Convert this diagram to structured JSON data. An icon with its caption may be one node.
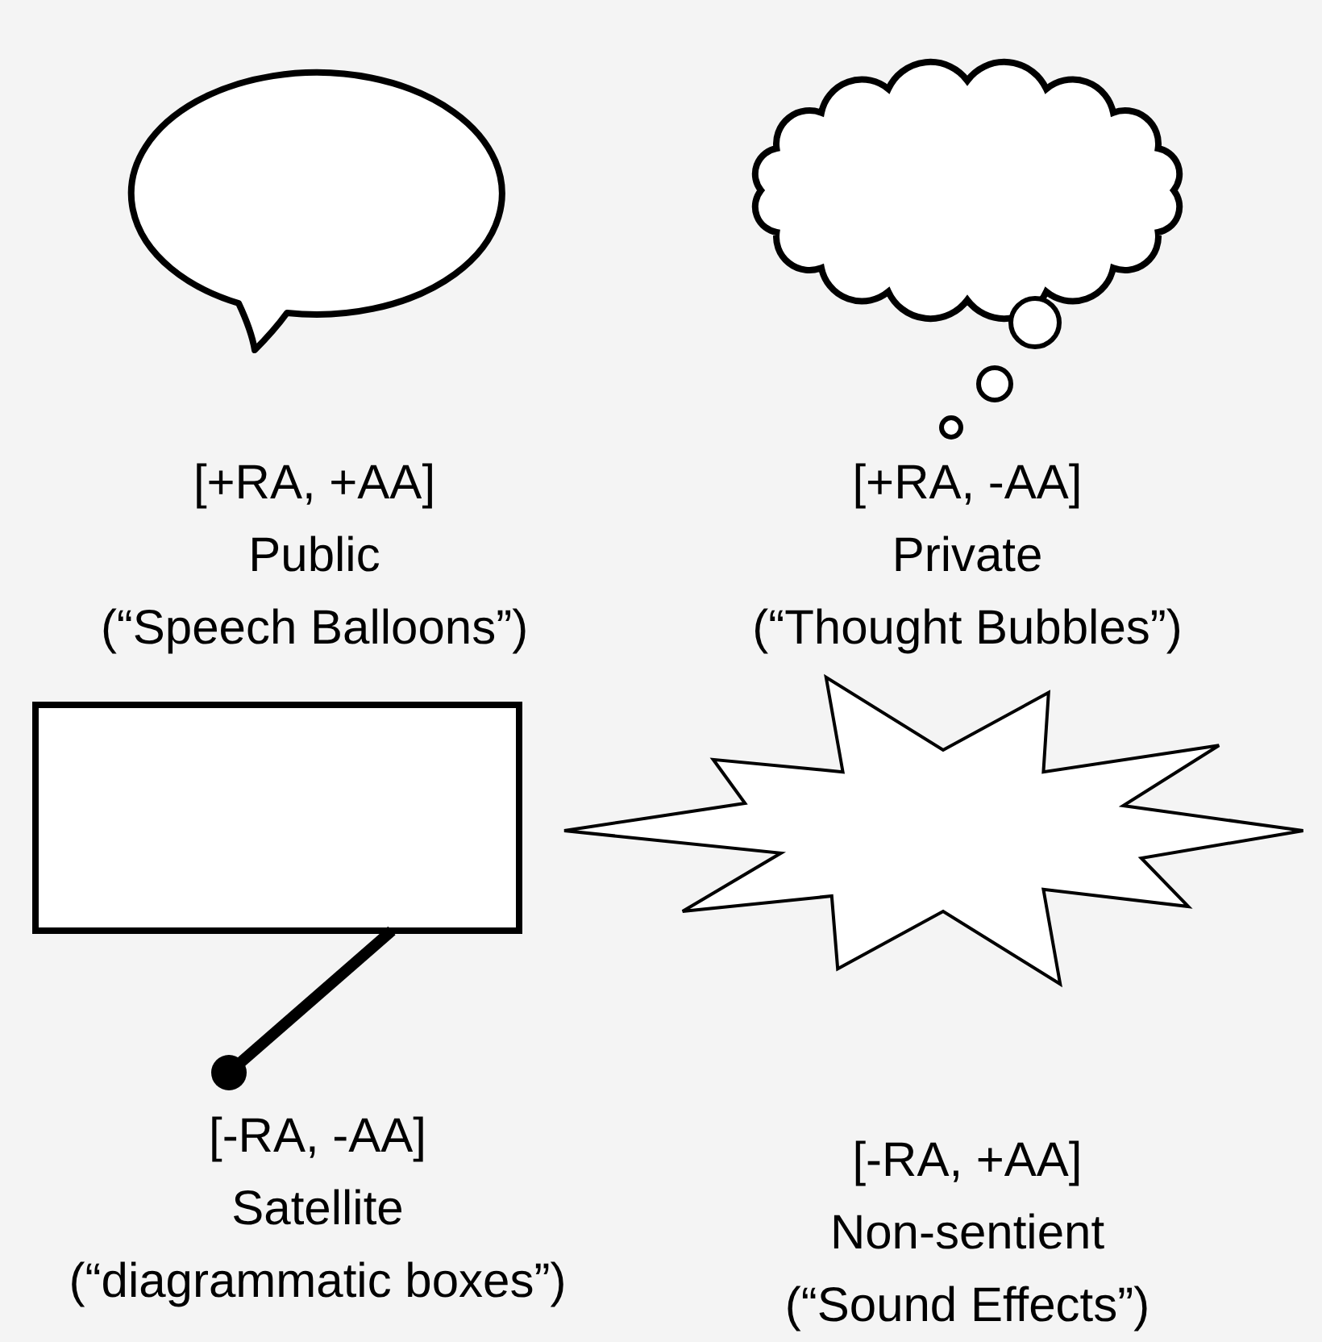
{
  "diagram": {
    "nodes": [
      {
        "text": [],
        "shape": "balloon",
        "beside": [
          "[+RA, +AA]",
          "Public",
          "(“Speech Balloons”)"
        ]
      },
      {
        "text": [],
        "shape": "cloud",
        "beside": [
          "[+RA, -AA]",
          "Private",
          "(“Thought Bubbles”)"
        ]
      },
      {
        "text": [],
        "shape": "box",
        "beside": [
          "[-RA, -AA]",
          "Satellite",
          "(“diagrammatic boxes”)"
        ]
      },
      {
        "text": [],
        "shape": "star",
        "beside": [
          "[-RA, +AA]",
          "Non-sentient",
          "(“Sound Effects”)"
        ]
      }
    ],
    "edges": []
  }
}
